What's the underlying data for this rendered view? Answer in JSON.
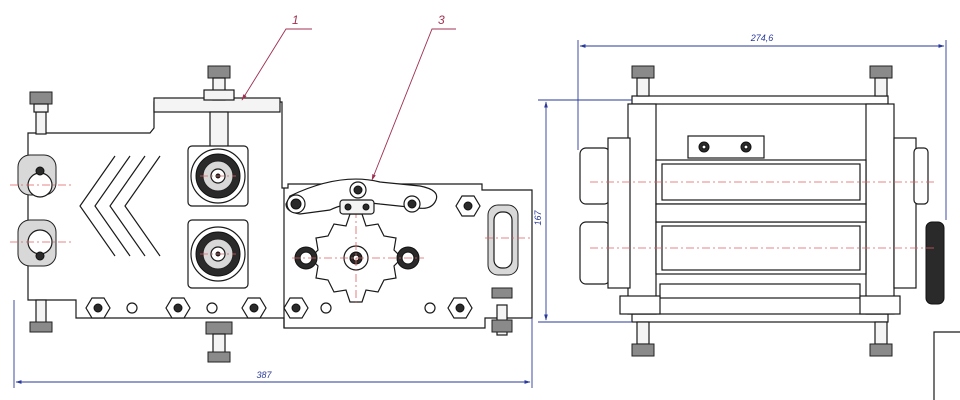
{
  "callouts": [
    {
      "label": "1"
    },
    {
      "label": "3"
    }
  ],
  "dimensions": {
    "overall_width": "387",
    "side_width": "274,6",
    "side_height": "167"
  },
  "colors": {
    "dimension": "#2a3a9a",
    "callout": "#a03050",
    "centerline": "#e06060",
    "outline": "#1a1a1a"
  }
}
